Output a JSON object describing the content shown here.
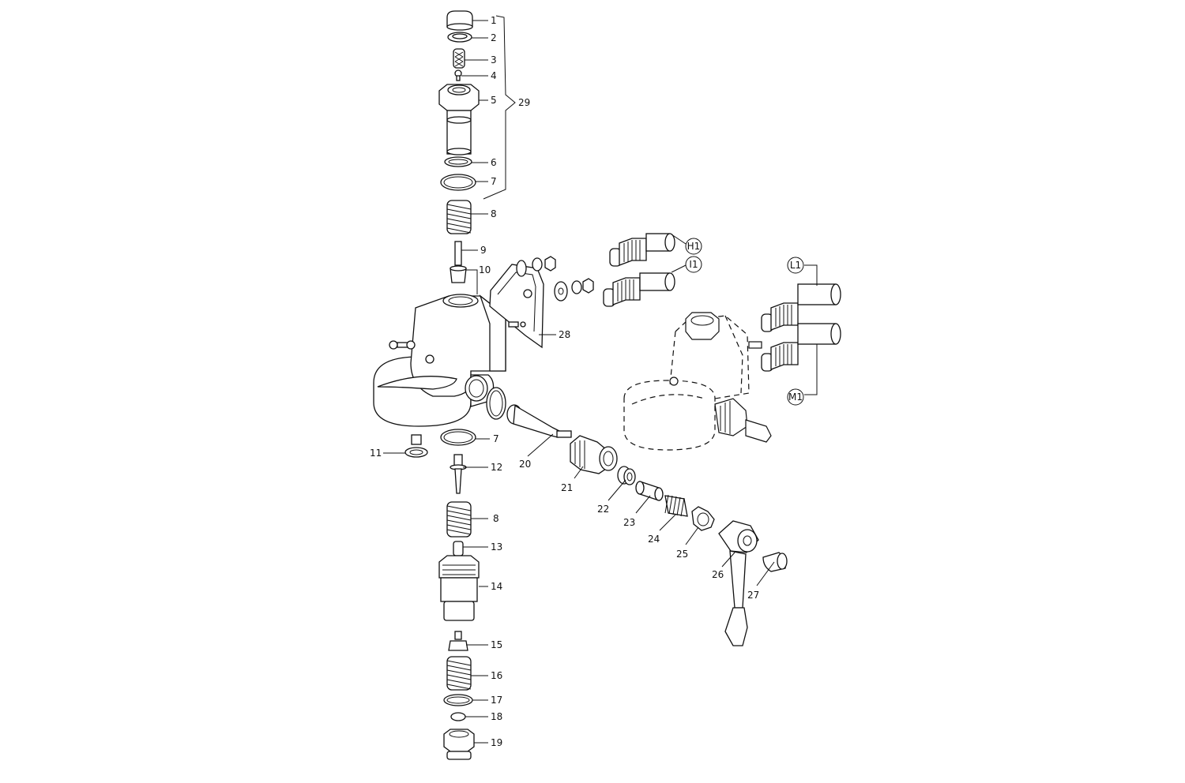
{
  "diagram": {
    "labels": {
      "p1": "1",
      "p2": "2",
      "p3": "3",
      "p4": "4",
      "p5": "5",
      "p6": "6",
      "p7a": "7",
      "p8a": "8",
      "p9": "9",
      "p10": "10",
      "p11": "11",
      "p7b": "7",
      "p12": "12",
      "p8b": "8",
      "p13": "13",
      "p14": "14",
      "p15": "15",
      "p16": "16",
      "p17": "17",
      "p18": "18",
      "p19": "19",
      "p20": "20",
      "p21": "21",
      "p22": "22",
      "p23": "23",
      "p24": "24",
      "p25": "25",
      "p26": "26",
      "p27": "27",
      "p28": "28",
      "p29": "29"
    },
    "connections": {
      "h1": "H1",
      "i1": "I1",
      "l1": "L1",
      "m1": "M1"
    }
  }
}
